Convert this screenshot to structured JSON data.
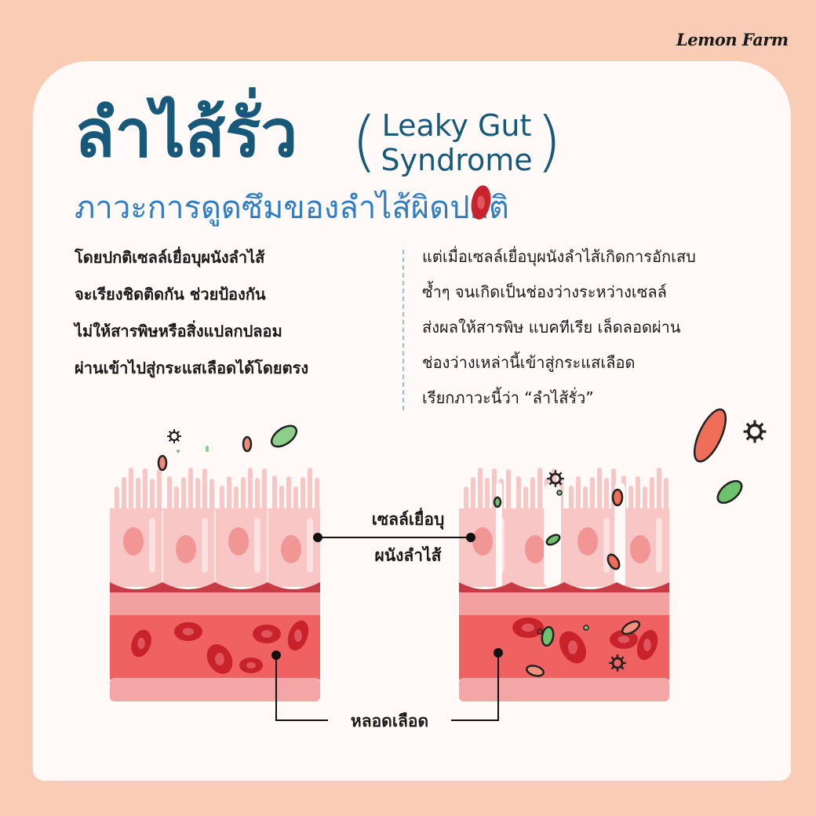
{
  "brand": {
    "logo": "Lemon Farm"
  },
  "header": {
    "title": "ลำไส้รั่ว",
    "english_line1": "Leaky Gut",
    "english_line2": "Syndrome",
    "subtitle": "ภาวะการดูดซึมของลำไส้ผิดปกติ"
  },
  "left_text": [
    "โดยปกติเซลล์เยื่อบุผนังลำไส้",
    "จะเรียงชิดติดกัน ช่วยป้องกัน",
    "ไม่ให้สารพิษหรือสิ่งแปลกปลอม",
    "ผ่านเข้าไปสู่กระแสเลือดได้โดยตรง"
  ],
  "right_text": [
    "แต่เมื่อเซลล์เยื่อบุผนังลำไส้เกิดการอักเสบ",
    "ซ้ำๆ จนเกิดเป็นช่องว่างระหว่างเซลล์",
    "ส่งผลให้สารพิษ แบคทีเรีย เล็ดลอดผ่าน",
    "ช่องว่างเหล่านี้เข้าสู่กระแสเลือด",
    "เรียกภาวะนี้ว่า “ลำไส้รั่ว”"
  ],
  "labels": {
    "epithelial_line1": "เซลล์เยื่อบุ",
    "epithelial_line2": "ผนังลำไส้",
    "blood_vessel": "หลอดเลือด"
  },
  "colors": {
    "background": "#f9ccb6",
    "card": "#fffaf7",
    "title": "#17597a",
    "subtitle": "#2f7dc4",
    "cell": "#f9c6c6",
    "blood": "#f06262",
    "blood_cell": "#c8232d"
  }
}
